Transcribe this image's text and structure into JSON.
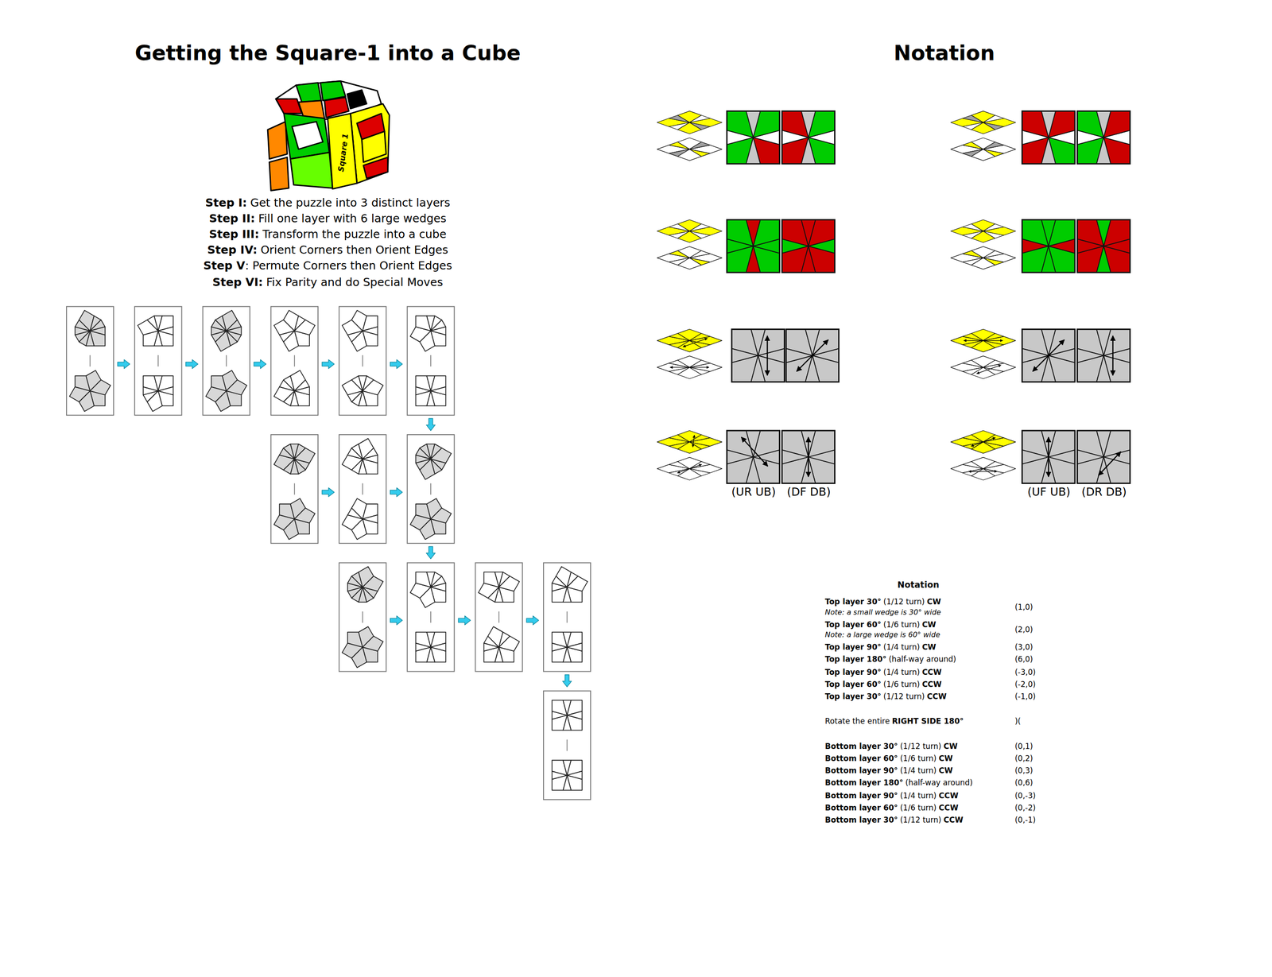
{
  "diagram": {
    "title": "Getting the Square-1 into a Cube",
    "labels": [
      "Notation",
      "Square 1",
      "Step I:",
      "Get the puzzle into 3 distinct layers",
      "Step II:",
      "Fill one layer with 6 large wedges",
      "Step III:",
      "Transform the puzzle into a cube",
      "Step IV:",
      "Orient Corners then Orient Edges",
      "Step V",
      ": Permute Corners then Orient Edges",
      "Step VI:",
      "Fix Parity and do Special Moves",
      "(UR UB)",
      "(DF DB)",
      "(UF UB)",
      "(DR DB)",
      "Notation",
      "Top layer 30°",
      "(1/12 turn)",
      "CW",
      "Note: a small wedge is 30° wide",
      "(1,0)",
      "Top layer 60°",
      "(1/6 turn)",
      "CW",
      "Note: a large wedge is 60° wide",
      "(2,0)",
      "Top layer 90°",
      "(1/4 turn)",
      "CW",
      "(3,0)",
      "Top layer 180°",
      "(half-way around)",
      "(6,0)",
      "Top layer 90°",
      "(1/4 turn)",
      "CCW",
      "(-3,0)",
      "Top layer 60°",
      "(1/6 turn)",
      "CCW",
      "(-2,0)",
      "Top layer 30°",
      "(1/12 turn)",
      "CCW",
      "(-1,0)",
      "Rotate the entire",
      "RIGHT SIDE 180°",
      ")(",
      "Bottom layer 30°",
      "(1/12 turn)",
      "CW",
      "(0,1)",
      "Bottom layer 60°",
      "(1/6 turn)",
      "CW",
      "(0,2)",
      "Bottom layer 90°",
      "(1/4 turn)",
      "CW",
      "(0,3)",
      "Bottom layer 180°",
      "(half-way around)",
      "(0,6)",
      "Bottom layer 90°",
      "(1/4 turn)",
      "CCW",
      "(0,-3)",
      "Bottom layer 60°",
      "(1/6 turn)",
      "CCW",
      "(0,-2)",
      "Bottom layer 30°",
      "(1/12 turn)",
      "CCW",
      "(0,-1)"
    ]
  }
}
